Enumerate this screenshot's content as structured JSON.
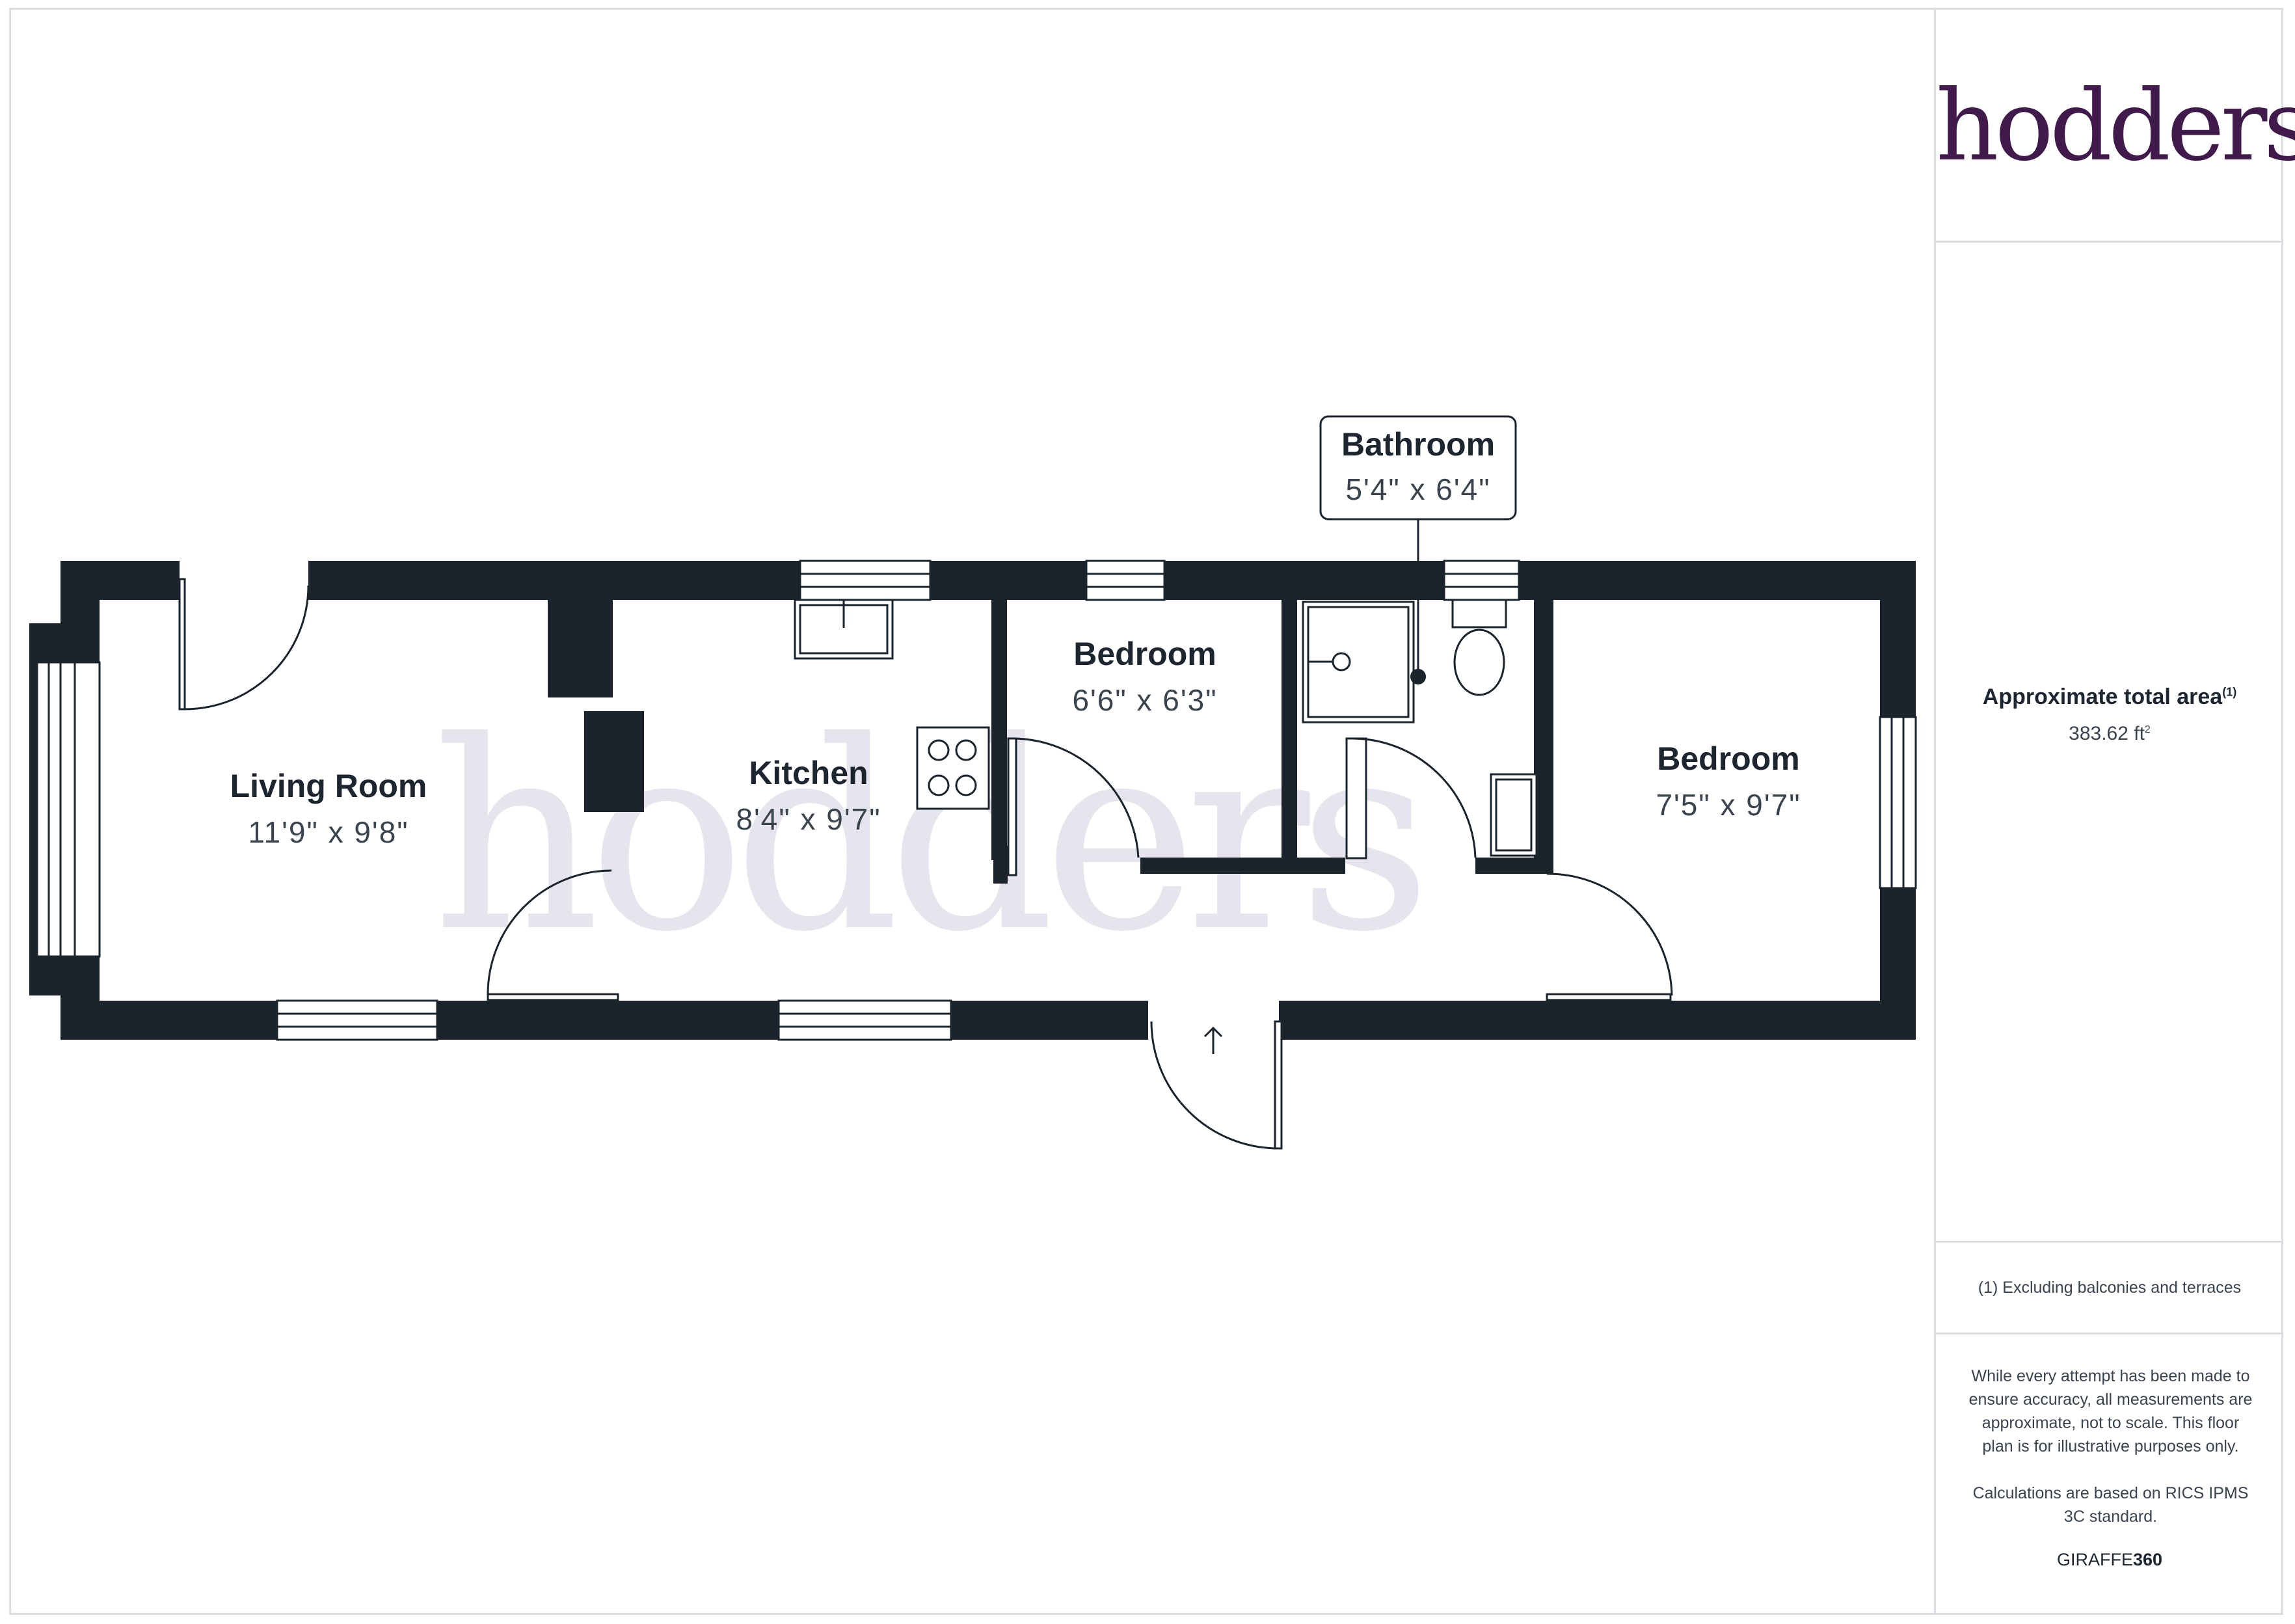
{
  "brand": {
    "logo_text": "hodders",
    "watermark_text": "hodders",
    "logo_color": "#3f1a4a",
    "wall_color": "#1b232d"
  },
  "rooms": {
    "living": {
      "name": "Living Room",
      "dims": "11'9\" x 9'8\""
    },
    "kitchen": {
      "name": "Kitchen",
      "dims": "8'4\" x 9'7\""
    },
    "bedroom1": {
      "name": "Bedroom",
      "dims": "6'6\" x 6'3\""
    },
    "bathroom": {
      "name": "Bathroom",
      "dims": "5'4\" x 6'4\""
    },
    "bedroom2": {
      "name": "Bedroom",
      "dims": "7'5\" x 9'7\""
    }
  },
  "area": {
    "title": "Approximate total area",
    "title_note": "(1)",
    "value": "383.62 ft",
    "value_unit_sup": "2"
  },
  "footnote": "(1) Excluding balconies and terraces",
  "disclaimer": {
    "line1": "While every attempt has been made to ensure accuracy, all measurements are approximate, not to scale. This floor plan is for illustrative purposes only.",
    "line2": "Calculations are based on RICS IPMS 3C standard."
  },
  "credit": {
    "prefix": "GIRAFFE",
    "suffix": "360"
  }
}
